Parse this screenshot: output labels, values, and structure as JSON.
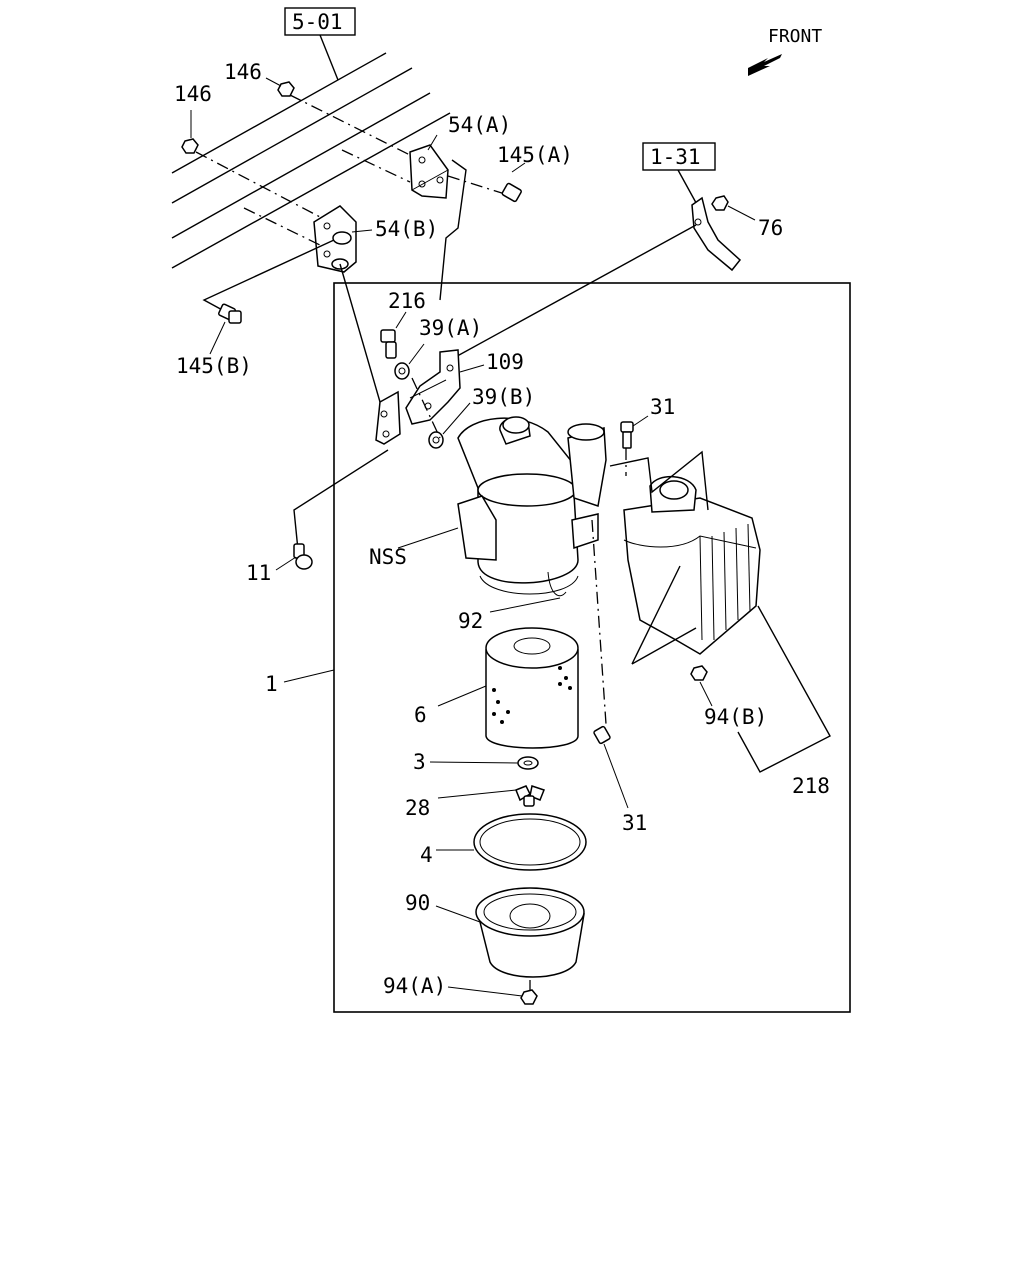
{
  "refs": {
    "frame": "5-01",
    "bracket": "1-31"
  },
  "front_label": "FRONT",
  "labels": {
    "p146a": "146",
    "p146b": "146",
    "p54a": "54(A)",
    "p145a": "145(A)",
    "p54b": "54(B)",
    "p76": "76",
    "p145b": "145(B)",
    "p216": "216",
    "p39a": "39(A)",
    "p109": "109",
    "p39b": "39(B)",
    "p31a": "31",
    "p11": "11",
    "pnss": "NSS",
    "p92": "92",
    "p1": "1",
    "p6": "6",
    "p94b": "94(B)",
    "p3": "3",
    "p218": "218",
    "p28": "28",
    "p31b": "31",
    "p4": "4",
    "p90": "90",
    "p94a": "94(A)"
  }
}
